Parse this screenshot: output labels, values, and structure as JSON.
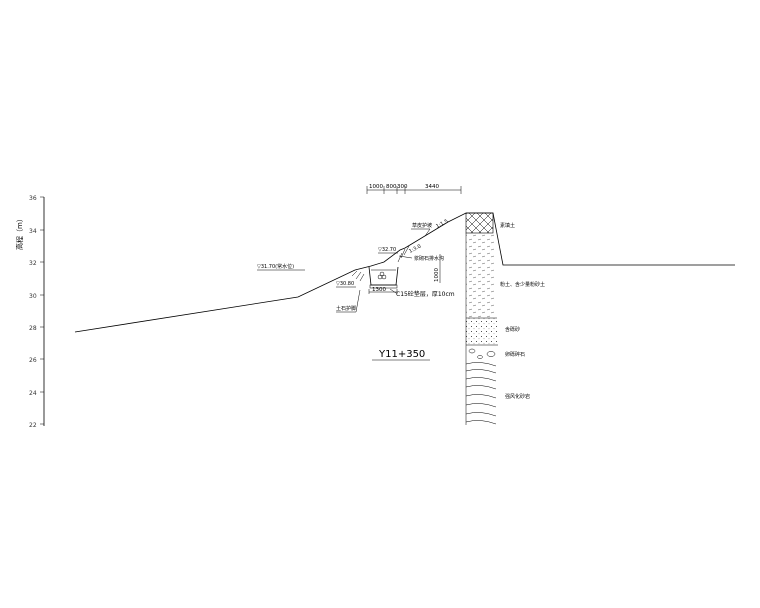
{
  "axis": {
    "title": "高程（m）",
    "ticks": [
      "36",
      "34",
      "32",
      "30",
      "28",
      "26",
      "24",
      "22"
    ]
  },
  "section_label": "Y11+350",
  "dimensions": {
    "top": [
      "1000",
      "800",
      "300",
      "3440"
    ],
    "ditch_width": "1300",
    "vertical": "1000"
  },
  "elevations": {
    "water_level": "▽31.70(常水位)",
    "upper_platform": "▽32.70",
    "lower_platform": "▽30.80"
  },
  "annotations": {
    "slope_protection": "草皮护坡",
    "slope_ratio_upper": "1:1.5",
    "slope_ratio_lower": "1:3.0",
    "drainage": "浆砌石排水沟",
    "foot_wall": "土石护脚",
    "concrete": "C15砼垫层，厚10cm"
  },
  "borehole": {
    "layers": [
      "素填土",
      "粉土、含少量粉砂土",
      "含砾砂",
      "卵砾碎石",
      "强风化砂岩"
    ]
  }
}
